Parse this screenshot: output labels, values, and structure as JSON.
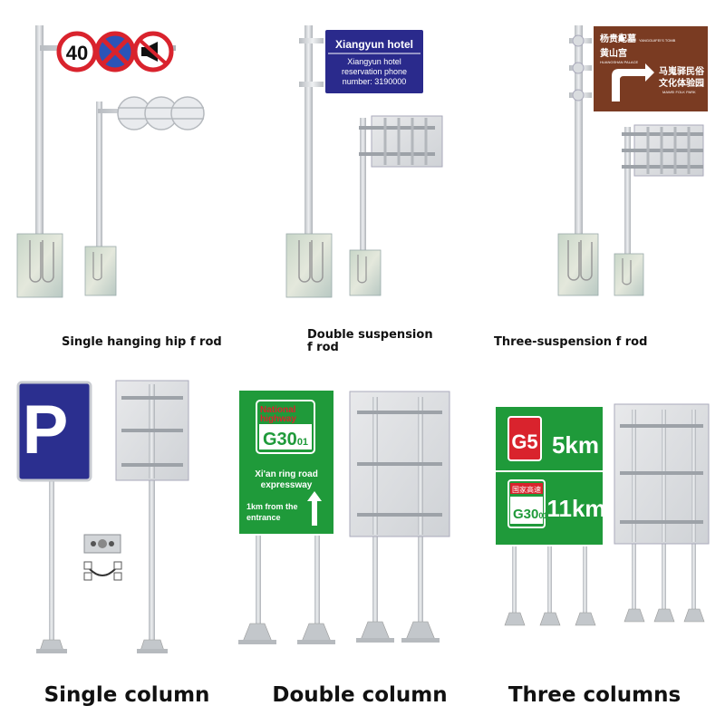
{
  "captions": {
    "single_hanging": "Single hanging hip f rod",
    "double_suspension_1": "Double suspension",
    "double_suspension_2": "f rod",
    "three_suspension": "Three-suspension f rod",
    "single_column": "Single column",
    "double_column": "Double column",
    "three_columns": "Three columns"
  },
  "signs": {
    "speed_limit": "40",
    "hotel_title": "Xiangyun hotel",
    "hotel_line1": "Xiangyun hotel",
    "hotel_line2": "reservation phone",
    "hotel_line3": "number: 3190000",
    "brown_left_top": "杨贵妃墓",
    "brown_left_sub": "YANGGUIFEI'S TOMB",
    "brown_left_mid": "黄山宫",
    "brown_left_mid_sub": "HUANGSHAN PALACE",
    "brown_right_1": "马嵬驿民俗",
    "brown_right_2": "文化体验园",
    "brown_right_sub": "MAWEI FOLK PARK",
    "parking": "P",
    "green_red_label_1": "National",
    "green_red_label_2": "highway",
    "green_route": "G30",
    "green_route_suffix": "01",
    "green_line1": "Xi'an ring road",
    "green_line2": "expressway",
    "green_line3": "1km from the",
    "green_line4": "entrance",
    "three_g5": "G5",
    "three_dist1": "5km",
    "three_red_label": "国家高速",
    "three_route": "G30",
    "three_route_suffix": "01",
    "three_dist2": "11km"
  },
  "colors": {
    "hotel_blue": "#2a2a8c",
    "brown": "#7a3b22",
    "parking_blue": "#2b2f8f",
    "highway_green": "#1f9a3a",
    "red": "#d9232d",
    "pole": "#c9ccd0"
  }
}
